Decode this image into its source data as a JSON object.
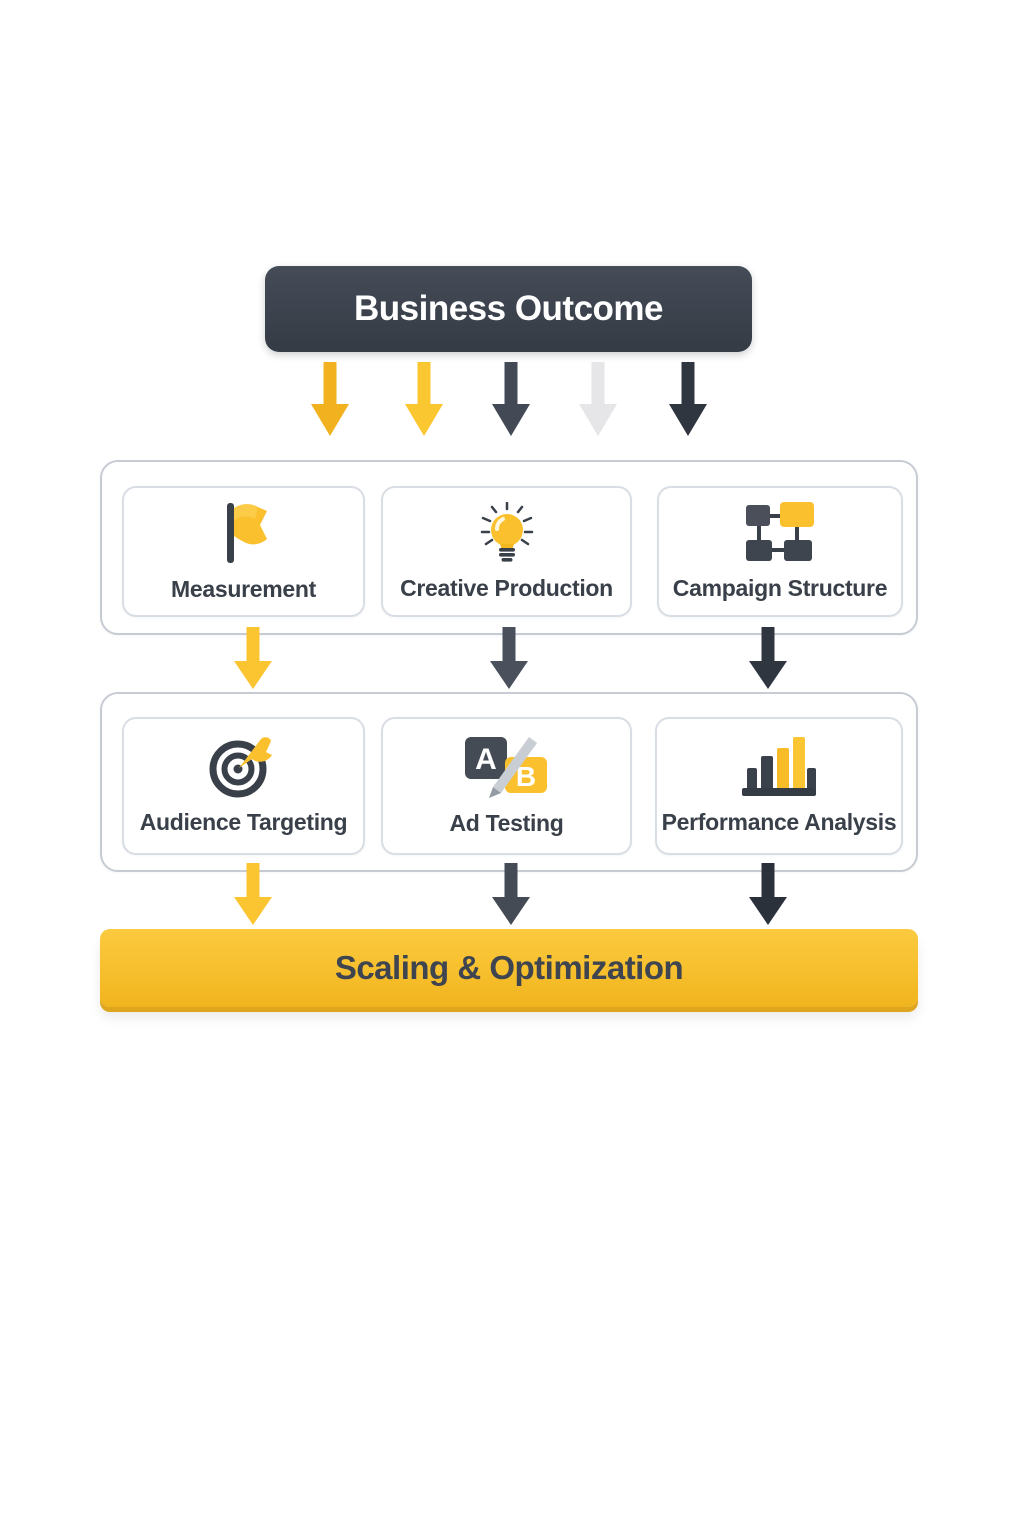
{
  "palette": {
    "dark": "#3A4049",
    "slate": "#4A515C",
    "yellow": "#FBC02D",
    "light_gray": "#E4E4E6",
    "container_border": "#C7CBD3",
    "card_border": "#D9DDE4",
    "banner_top": "#FBCA40",
    "banner_bottom": "#F0B41E",
    "banner_text": "#3E4550"
  },
  "header": {
    "title": "Business Outcome"
  },
  "arrows": {
    "top": [
      "#F2B21F",
      "#FBC730",
      "#434A56",
      "#E6E6E8",
      "#2F3640"
    ],
    "mid": [
      "#FBC431",
      "#4A515C",
      "#2F3640"
    ],
    "bottom": [
      "#FBC431",
      "#444B55",
      "#2B313B"
    ]
  },
  "tiers": [
    {
      "items": [
        {
          "label": "Measurement",
          "icon": "flag-icon"
        },
        {
          "label": "Creative Production",
          "icon": "lightbulb-icon"
        },
        {
          "label": "Campaign Structure",
          "icon": "org-chart-icon"
        }
      ]
    },
    {
      "items": [
        {
          "label": "Audience Targeting",
          "icon": "target-icon"
        },
        {
          "label": "Ad Testing",
          "icon": "ab-test-icon"
        },
        {
          "label": "Performance Analysis",
          "icon": "bar-chart-icon"
        }
      ]
    }
  ],
  "footer": {
    "title": "Scaling & Optimization"
  }
}
